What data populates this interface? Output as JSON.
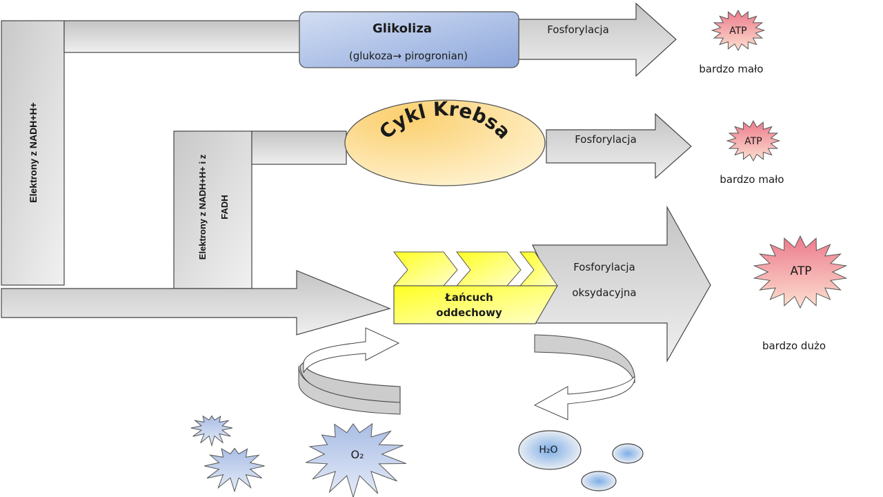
{
  "diagram": {
    "title": "Oddychanie komórkowe – źródła ATP",
    "electron_bars": {
      "nadh": "Elektrony z NADH+H+",
      "nadh_fadh_line1": "Elektrony z NADH+H+ i z",
      "nadh_fadh_line2": "FADH"
    },
    "stages": [
      {
        "id": "glycolysis",
        "title": "Glikoliza",
        "subtitle": "(glukoza→ pirogronian)",
        "arrow_label": "Fosforylacja",
        "product": "ATP",
        "yield": "bardzo mało"
      },
      {
        "id": "krebs",
        "title": "Cykl Krebsa",
        "arrow_label": "Fosforylacja",
        "product": "ATP",
        "yield": "bardzo mało"
      },
      {
        "id": "respiratory-chain",
        "title_line1": "Łańcuch",
        "title_line2": "oddechowy",
        "arrow_label_line1": "Fosforylacja",
        "arrow_label_line2": "oksydacyjna",
        "product": "ATP",
        "yield": "bardzo dużo"
      }
    ],
    "inputs": {
      "oxygen": "O₂"
    },
    "outputs": {
      "water": "H₂O"
    },
    "colors": {
      "glycolysis_fill_top": "#c5d3ee",
      "glycolysis_fill_bottom": "#8fa9dc",
      "krebs_fill": "#fbd27a",
      "chain_yellow": "#ffff33",
      "atp_fill_top": "#ee8090",
      "atp_fill_bottom": "#fbdccd",
      "oxygen_fill": "#b7c8e8",
      "water_fill": "#8fb6e6",
      "arrow_gray": "#d0d0d0"
    }
  }
}
